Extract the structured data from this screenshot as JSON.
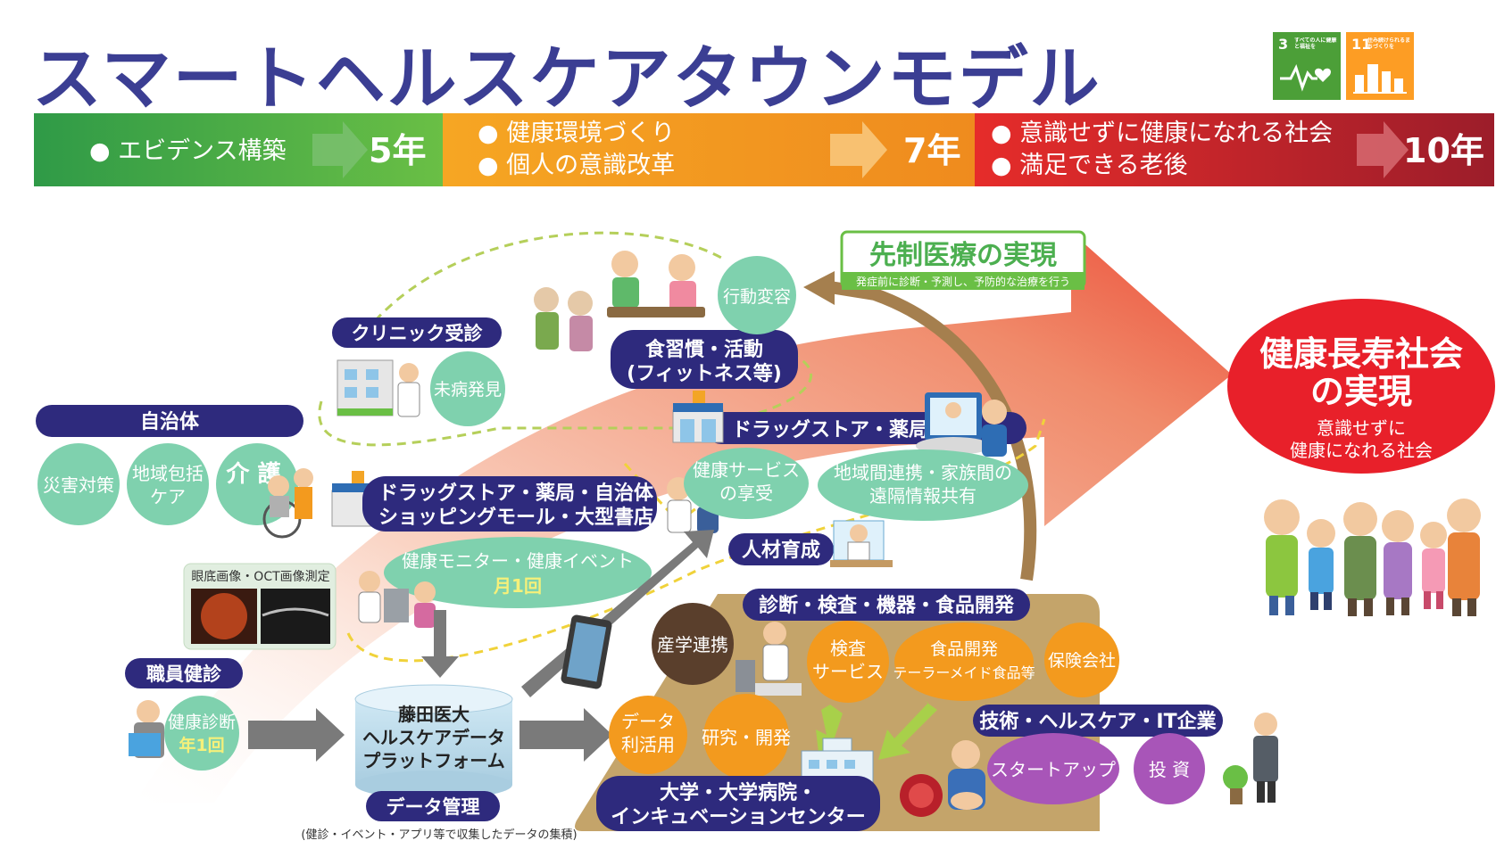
{
  "title": "スマートヘルスケアタウンモデル",
  "sdgs": [
    {
      "number": "3",
      "text": "すべての人に健康と福祉を",
      "color": "#4c9f38"
    },
    {
      "number": "11",
      "text": "住み続けられるまちづくりを",
      "color": "#fd9d24"
    }
  ],
  "timeline": {
    "stage1": {
      "items": [
        "● エビデンス構築"
      ],
      "years": "5年",
      "color": "#2f9a47"
    },
    "stage2": {
      "items": [
        "● 健康環境づくり",
        "● 個人の意識改革"
      ],
      "years": "7年",
      "color": "#f39a1e"
    },
    "stage3": {
      "items": [
        "● 意識せずに健康になれる社会",
        "● 満足できる老後"
      ],
      "years": "10年",
      "color": "#c8232c"
    }
  },
  "senmei": {
    "title": "先制医療の実現",
    "subtitle": "発症前に診断・予測し、予防的な治療を行う"
  },
  "goal": {
    "line1": "健康長寿社会",
    "line2": "の実現",
    "sub1": "意識せずに",
    "sub2": "健康になれる社会"
  },
  "jichitai": {
    "label": "自治体",
    "items": [
      "災害対策",
      "地域包括",
      "ケア",
      "介 護"
    ]
  },
  "clinic": {
    "label": "クリニック受診",
    "bubble": "未病発見"
  },
  "shoku": {
    "line1": "食習慣・活動",
    "line2": "(フィットネス等)"
  },
  "koudou": "行動変容",
  "drugstore_top": "ドラッグストア・薬局",
  "drugstore_mid": {
    "line1": "ドラッグストア・薬局・自治体",
    "line2": "ショッピングモール・大型書店"
  },
  "kenko_service": {
    "line1": "健康サービス",
    "line2": "の享受"
  },
  "chiiki": {
    "line1": "地域間連携・家族間の",
    "line2": "遠隔情報共有"
  },
  "jinzai": "人材育成",
  "monitor": {
    "line1": "健康モニター・健康イベント",
    "line2": "月1回"
  },
  "eye": "眼底画像・OCT画像測定",
  "shokuin": {
    "label": "職員健診",
    "line1": "健康診断",
    "line2": "年1回"
  },
  "platform": {
    "line1": "藤田医大",
    "line2": "ヘルスケアデータ",
    "line3": "プラットフォーム"
  },
  "data_kanri": {
    "label": "データ管理",
    "note": "(健診・イベント・アプリ等で収集したデータの集積)"
  },
  "shindan": {
    "label": "診断・検査・機器・食品開発"
  },
  "sangaku": "産学連携",
  "kensa": {
    "line1": "検査",
    "line2": "サービス"
  },
  "shokuhin": {
    "line1": "食品開発",
    "line2": "テーラーメイド食品等"
  },
  "hoken": "保険会社",
  "data_use": {
    "line1": "データ",
    "line2": "利活用"
  },
  "kenkyu": "研究・開発",
  "univ": {
    "line1": "大学・大学病院・",
    "line2": "インキュベーションセンター"
  },
  "gijutsu": {
    "label": "技術・ヘルスケア・IT企業",
    "items": [
      "スタートアップ",
      "投 資"
    ]
  },
  "icons": [
    "heartbeat-icon",
    "city-buildings-icon",
    "clinic-building-icon",
    "drugstore-icon",
    "hospital-icon",
    "tablet-icon",
    "monitor-icon",
    "database-icon",
    "family-group-icon"
  ],
  "colors": {
    "navy": "#2e2a7d",
    "teal": "#7fd1ae",
    "orange": "#f39a1e",
    "brown": "#5a3f2c",
    "red": "#e8202a",
    "green": "#2f9a47",
    "title": "#3b3e93"
  }
}
